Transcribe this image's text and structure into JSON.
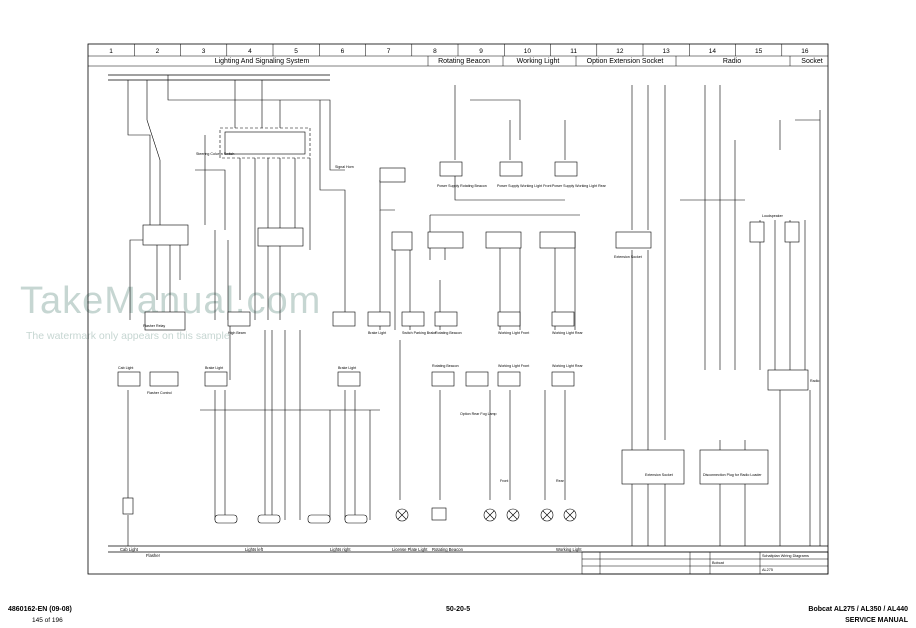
{
  "columns": [
    "1",
    "2",
    "3",
    "4",
    "5",
    "6",
    "7",
    "8",
    "9",
    "10",
    "11",
    "12",
    "13",
    "14",
    "15",
    "16"
  ],
  "sections": {
    "lighting": "Lighting And Signaling System",
    "beacon": "Rotating Beacon",
    "working": "Working Light",
    "option_socket": "Option Extension Socket",
    "radio": "Radio",
    "socket": "Socket"
  },
  "component_labels": {
    "steering_switch": "Steering Column Switch",
    "signal_horn": "Signal Horn",
    "ps_beacon": "Power Supply Rotating Beacon",
    "ps_wl_front": "Power Supply Working Light Front",
    "ps_wl_rear": "Power Supply Working Light Rear",
    "ext_socket": "Extension Socket",
    "loudspeaker": "Loudspeaker",
    "radio": "Radio",
    "flasher": "Flasher Relay",
    "high_beam": "High Beam",
    "brake_light": "Brake Light",
    "switch_brake": "Switch Parking Brake",
    "rotating_beacon_sw": "Rotating Beacon",
    "wl_front_sw": "Working Light Front",
    "wl_rear_sw": "Working Light Rear",
    "cab_light": "Cab Light",
    "flasher_control": "Flasher Control",
    "brake_light_l": "Brake Light",
    "brake_light_r": "Brake Light",
    "beacon_lamp": "Rotating Beacon",
    "rear_fog": "Option Rear Fog Lamp",
    "wl_front_lamp": "Working Light Front",
    "wl_rear_lamp": "Working Light Rear",
    "ext_socket2": "Extension Socket",
    "disconnect_plug": "Disconnection Plug for Radio Loader",
    "front": "Front",
    "rear": "Rear"
  },
  "bottom_labels": {
    "cab_light": "Cab Light",
    "flasher": "Flasher",
    "lights_left": "Lights left",
    "lights_right": "Lights right",
    "licence": "License Plate Light",
    "beacon": "Rotating Beacon",
    "working": "Working Light"
  },
  "title_block": {
    "title": "Schaltplan Wiring Diagrams",
    "company": "Bobcat",
    "drawing_no": "AL275"
  },
  "footer": {
    "doc_code": "4860162-EN (09-08)",
    "page_count": "145 of 196",
    "section": "50-20-5",
    "models": "Bobcat AL275 / AL350 / AL440",
    "manual": "SERVICE MANUAL"
  },
  "watermark": {
    "brand": "TakeManual.com",
    "notice": "The watermark only appears on this sample"
  }
}
